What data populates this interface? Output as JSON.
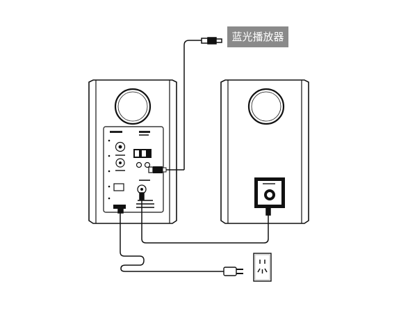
{
  "device_label": "蓝光播放器",
  "colors": {
    "cable": "#111111",
    "label_bg": "#8a8a8a",
    "outline": "#111111"
  },
  "components": {
    "left_speaker": "active-speaker-rear-panel",
    "right_speaker": "passive-speaker-rear-panel",
    "source": "blu-ray-player",
    "outlet": "power-outlet"
  }
}
